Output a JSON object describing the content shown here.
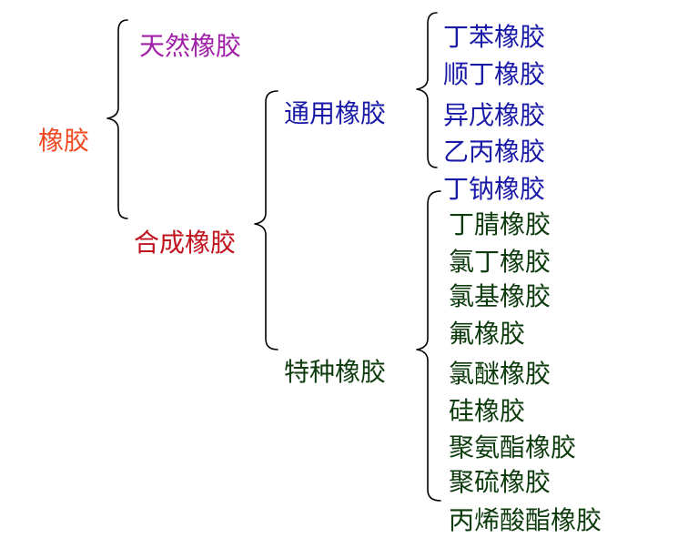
{
  "colors": {
    "root": "#ef4a23",
    "natural": "#a020a8",
    "synthetic": "#c0141e",
    "general": "#1a1aa8",
    "special": "#0d3b0d",
    "brace": "#000000"
  },
  "tree": {
    "root": "橡胶",
    "natural": "天然橡胶",
    "synthetic": "合成橡胶",
    "general": {
      "label": "通用橡胶",
      "items": [
        "丁苯橡胶",
        "顺丁橡胶",
        "异戊橡胶",
        "乙丙橡胶",
        "丁钠橡胶"
      ]
    },
    "special": {
      "label": "特种橡胶",
      "items": [
        "丁腈橡胶",
        "氯丁橡胶",
        "氯基橡胶",
        "氟橡胶",
        "氯醚橡胶",
        "硅橡胶",
        "聚氨酯橡胶",
        "聚硫橡胶",
        "丙烯酸酯橡胶"
      ]
    }
  }
}
